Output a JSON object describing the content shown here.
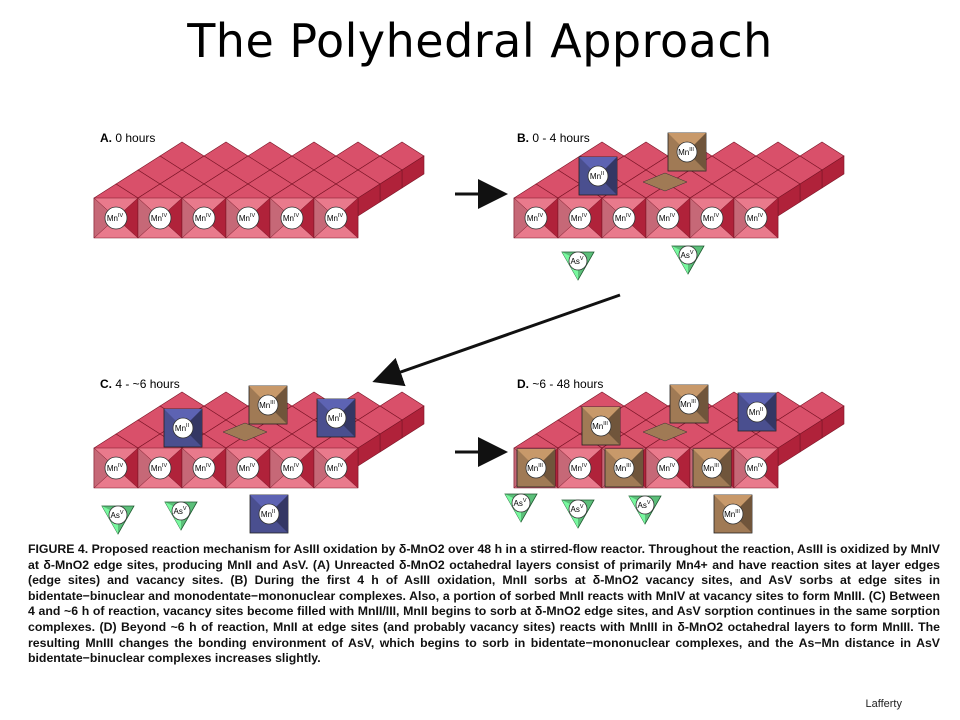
{
  "slide": {
    "title": "The Polyhedral Approach"
  },
  "panels": [
    {
      "letter": "A.",
      "time": "0 hours"
    },
    {
      "letter": "B.",
      "time": "0 - 4 hours"
    },
    {
      "letter": "C.",
      "time": "4 - ~6 hours"
    },
    {
      "letter": "D.",
      "time": "~6 - 48 hours"
    }
  ],
  "labels": {
    "mn4": "Mn",
    "mn4_sup": "IV",
    "mn2": "Mn",
    "mn2_sup": "II",
    "mn3": "Mn",
    "mn3_sup": "III",
    "as5": "As",
    "as5_sup": "V"
  },
  "colors": {
    "octa_top": "#d9506a",
    "octa_side": "#b0223a",
    "octa_face": "#e97a8c",
    "mn2": "#4a4f8f",
    "mn3": "#a07a55",
    "as5": "#5cbf7a"
  },
  "caption": {
    "text": "FIGURE 4. Proposed reaction mechanism for AsIII oxidation by δ-MnO2 over 48 h in a stirred-flow reactor. Throughout the reaction, AsIII is oxidized by MnIV at δ-MnO2 edge sites, producing MnII and AsV. (A) Unreacted δ-MnO2 octahedral layers consist of primarily Mn4+ and have reaction sites at layer edges (edge sites) and vacancy sites. (B) During the first 4 h of AsIII oxidation, MnII sorbs at δ-MnO2 vacancy sites, and AsV sorbs at edge sites in bidentate−binuclear and monodentate−mononuclear complexes. Also, a portion of sorbed MnII reacts with MnIV at vacancy sites to form MnIII. (C) Between 4 and ~6 h of reaction, vacancy sites become filled with MnII/III, MnII begins to sorb at δ-MnO2 edge sites, and AsV sorption continues in the same sorption complexes. (D) Beyond ~6 h of reaction, MnII at edge sites (and probably vacancy sites) reacts with MnIII in δ-MnO2 octahedral layers to form MnIII. The resulting MnIII changes the bonding environment of AsV, which begins to sorb in bidentate−mononuclear complexes, and the As−Mn distance in AsV bidentate−binuclear complexes increases slightly."
  },
  "credit": "Lafferty"
}
